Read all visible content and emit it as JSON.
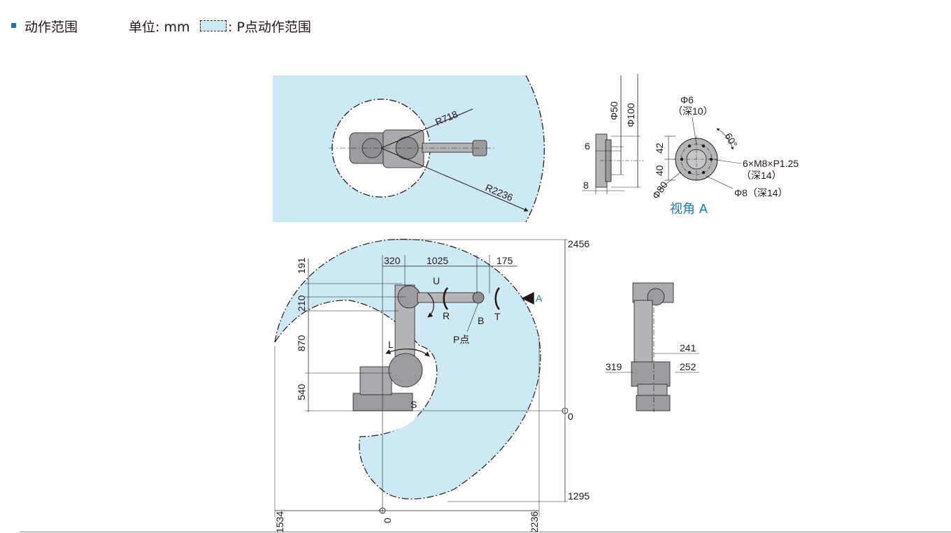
{
  "header": {
    "title": "动作范围",
    "unit_label": "单位: mm",
    "legend_label": ": P点动作范围"
  },
  "colors": {
    "range_fill": "#cde9f6",
    "robot": "#9a9c9f",
    "accent": "#1f78b4",
    "line": "#231815"
  },
  "top_view": {
    "r_inner": "R718",
    "r_outer": "R2236"
  },
  "view_a": {
    "dim_d50": "Φ50",
    "dim_d100": "Φ100",
    "dim_6": "6",
    "dim_8": "8",
    "hole_d6": "Φ6",
    "hole_d6_depth": "（深10）",
    "angle": "60°",
    "dim_42": "42",
    "dim_40": "40",
    "thread": "6×M8×P1.25",
    "thread_depth": "（深14）",
    "pin_d8": "Φ8（深14）",
    "dim_d80": "Φ80",
    "caption": "视角 A"
  },
  "side_view": {
    "top_dims": [
      "320",
      "1025",
      "175"
    ],
    "left_dims": [
      "191",
      "210",
      "870",
      "540"
    ],
    "axes": [
      "U",
      "R",
      "B",
      "T",
      "L",
      "S"
    ],
    "p_point": "P点",
    "arrow_a": "A",
    "right_dims": [
      "2456",
      "0",
      "1295"
    ],
    "bottom_dims": [
      "1534",
      "0",
      "2236"
    ]
  },
  "front_view": {
    "dims": [
      "241",
      "319",
      "252"
    ]
  }
}
